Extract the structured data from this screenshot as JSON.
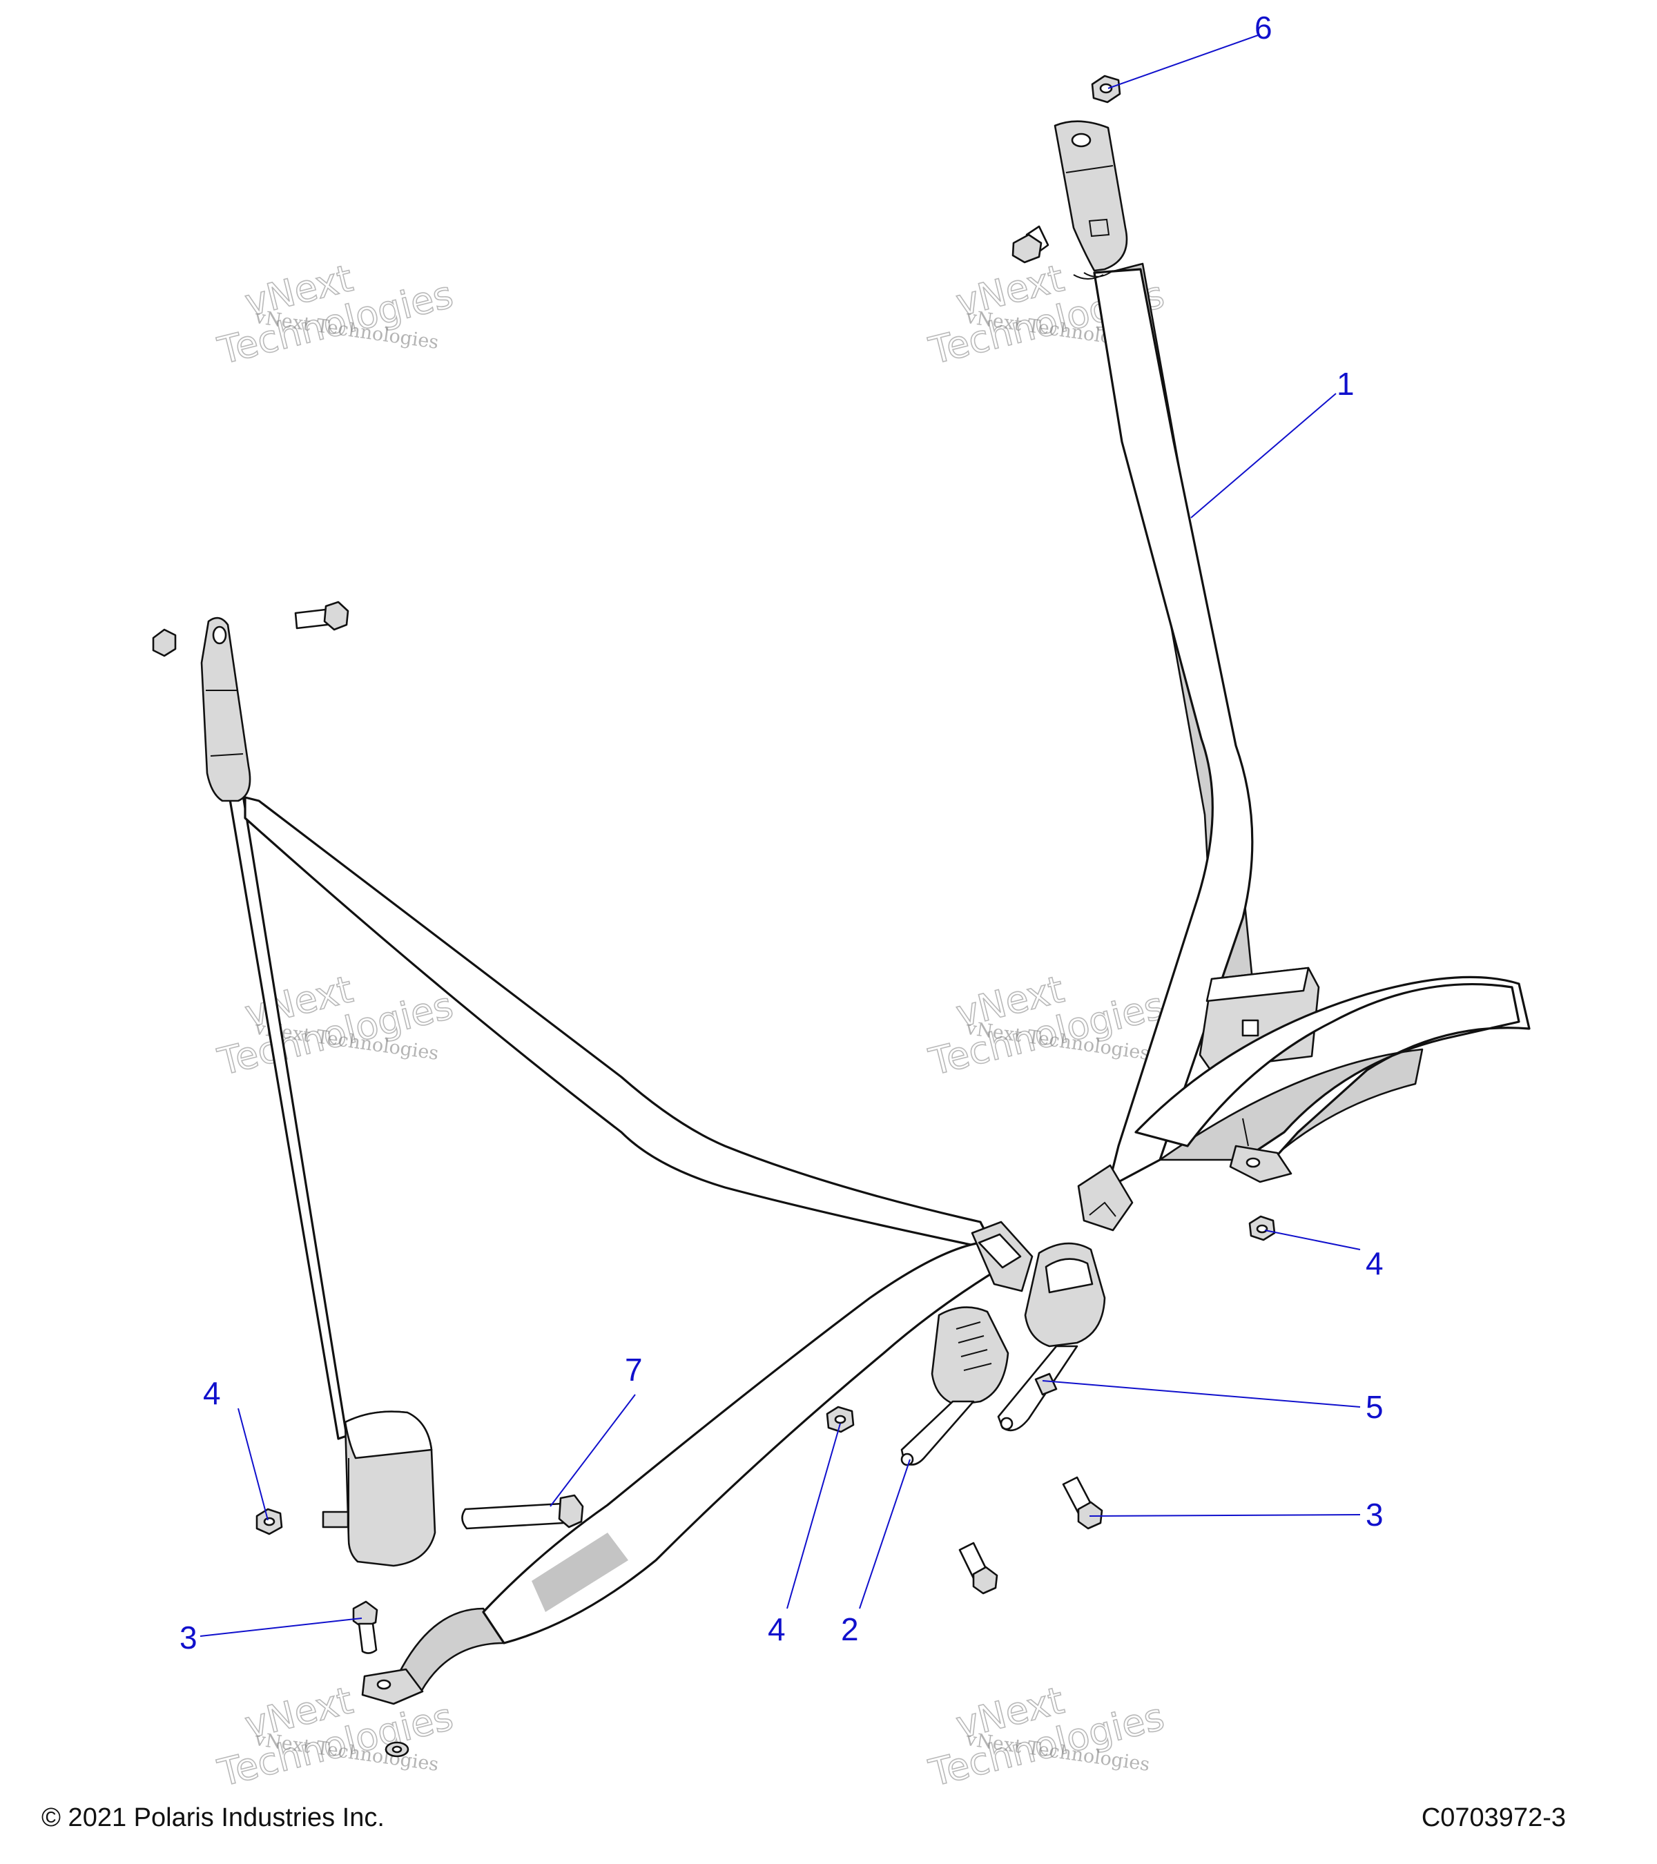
{
  "footer": {
    "copyright": "© 2021 Polaris Industries Inc.",
    "drawing_number": "C0703972-3"
  },
  "watermark": {
    "line1": "vNext Technologies",
    "line2": "vNext",
    "line3": "Technologies"
  },
  "callouts": {
    "c1": "1",
    "c2": "2",
    "c3a": "3",
    "c3b": "3",
    "c4a": "4",
    "c4b": "4",
    "c4c": "4",
    "c5": "5",
    "c6": "6",
    "c7": "7"
  },
  "colors": {
    "callout": "#1010cc",
    "line": "#111111",
    "part_fill": "#d9d9d9"
  }
}
